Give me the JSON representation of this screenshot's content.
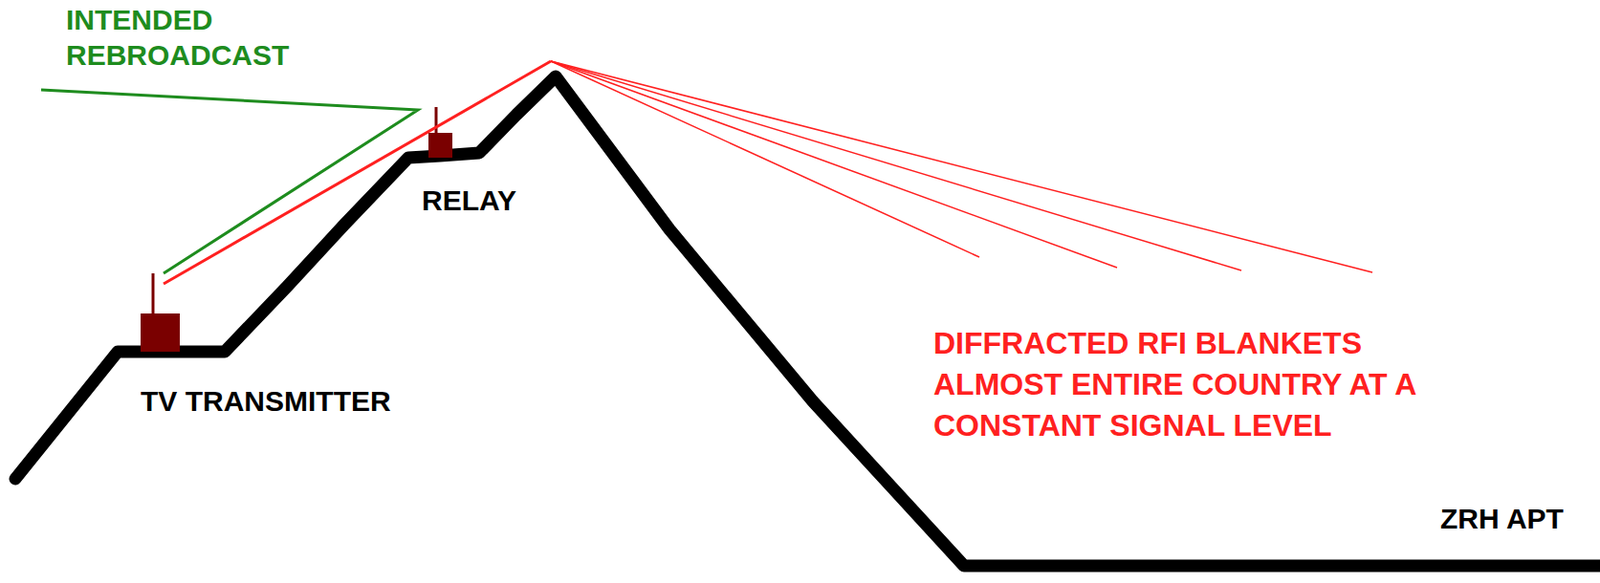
{
  "diagram": {
    "labels": [
      "INTENDED REBROADCAST",
      "RELAY",
      "TV TRANSMITTER",
      "DIFFRACTED RFI BLANKETS ALMOST ENTIRE COUNTRY AT A CONSTANT SIGNAL LEVEL",
      "ZRH APT"
    ]
  }
}
